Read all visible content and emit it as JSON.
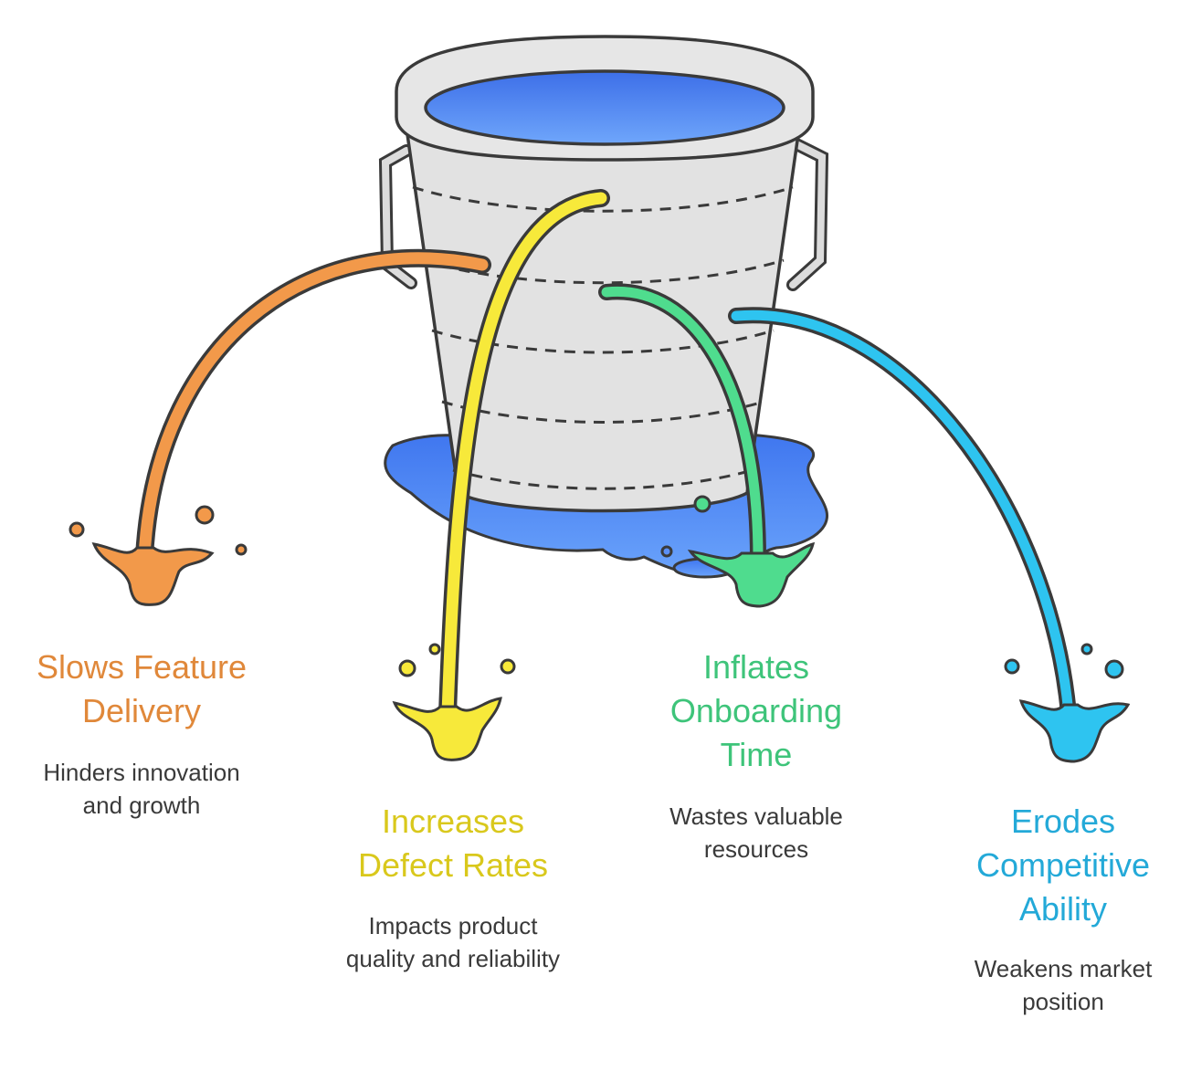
{
  "colors": {
    "orange": "#f2994a",
    "orange_text": "#e0883a",
    "yellow": "#f7e93a",
    "yellow_text": "#d9c81c",
    "green": "#4fdc8e",
    "green_text": "#3ec47a",
    "blue": "#2ec4f0",
    "blue_text": "#23a9d8",
    "bucket": "#e3e3e3",
    "water": "#5b8ff5",
    "outline": "#3a3a3a"
  },
  "items": [
    {
      "title_lines": [
        "Slows Feature",
        "Delivery"
      ],
      "desc_lines": [
        "Hinders innovation",
        "and growth"
      ],
      "color": "orange"
    },
    {
      "title_lines": [
        "Increases",
        "Defect Rates"
      ],
      "desc_lines": [
        "Impacts product",
        "quality and reliability"
      ],
      "color": "yellow"
    },
    {
      "title_lines": [
        "Inflates",
        "Onboarding",
        "Time"
      ],
      "desc_lines": [
        "Wastes valuable",
        "resources"
      ],
      "color": "green"
    },
    {
      "title_lines": [
        "Erodes",
        "Competitive",
        "Ability"
      ],
      "desc_lines": [
        "Weakens market",
        "position"
      ],
      "color": "blue"
    }
  ]
}
